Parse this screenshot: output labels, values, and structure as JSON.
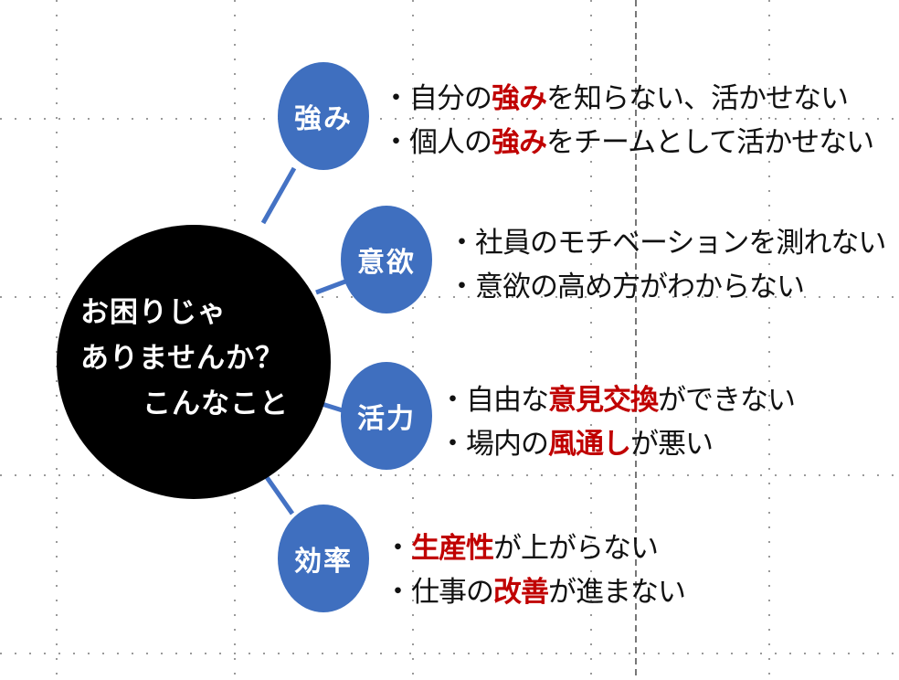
{
  "colors": {
    "node": "#3f6fbf",
    "center": "#000000",
    "highlight": "#c00000",
    "connector": "#4472c4"
  },
  "center": {
    "lines": [
      "お困りじゃ",
      "ありませんか？",
      "こんなこと"
    ]
  },
  "branches": [
    {
      "label": "強み",
      "items": [
        {
          "parts": [
            {
              "t": "・自分の"
            },
            {
              "t": "強み",
              "hl": true
            },
            {
              "t": "を知らない、活かせない"
            }
          ]
        },
        {
          "parts": [
            {
              "t": "・個人の"
            },
            {
              "t": "強み",
              "hl": true
            },
            {
              "t": "をチームとして活かせない"
            }
          ]
        }
      ]
    },
    {
      "label": "意欲",
      "items": [
        {
          "parts": [
            {
              "t": "・社員のモチベーションを測れない"
            }
          ]
        },
        {
          "parts": [
            {
              "t": "・意欲の高め方がわからない"
            }
          ]
        }
      ]
    },
    {
      "label": "活力",
      "items": [
        {
          "parts": [
            {
              "t": "・自由な"
            },
            {
              "t": "意見交換",
              "hl": true
            },
            {
              "t": "ができない"
            }
          ]
        },
        {
          "parts": [
            {
              "t": "・場内の"
            },
            {
              "t": "風通し",
              "hl": true
            },
            {
              "t": "が悪い"
            }
          ]
        }
      ]
    },
    {
      "label": "効率",
      "items": [
        {
          "parts": [
            {
              "t": "・"
            },
            {
              "t": "生産性",
              "hl": true
            },
            {
              "t": "が上がらない"
            }
          ]
        },
        {
          "parts": [
            {
              "t": "・仕事の"
            },
            {
              "t": "改善",
              "hl": true
            },
            {
              "t": "が進まない"
            }
          ]
        }
      ]
    }
  ]
}
